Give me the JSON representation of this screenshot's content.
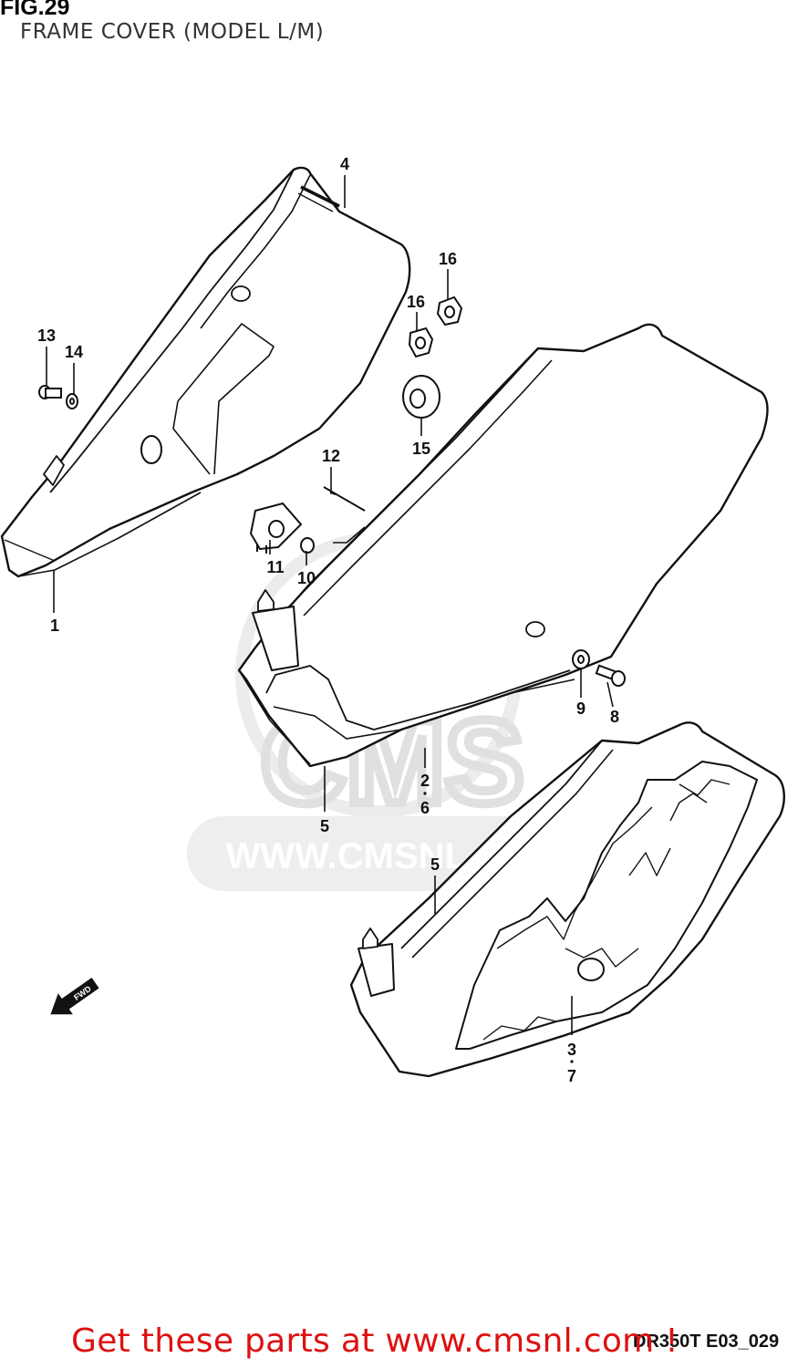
{
  "header": {
    "fig_number": "FIG.29",
    "subtitle": "FRAME COVER (MODEL L/M)"
  },
  "watermark": {
    "big_text": "CMS",
    "url_text": "WWW.CMSNL.COM"
  },
  "fwd_label": "FWD",
  "callouts": [
    {
      "id": "1",
      "text": "1"
    },
    {
      "id": "4",
      "text": "4"
    },
    {
      "id": "13",
      "text": "13"
    },
    {
      "id": "14",
      "text": "14"
    },
    {
      "id": "16a",
      "text": "16"
    },
    {
      "id": "16b",
      "text": "16"
    },
    {
      "id": "15",
      "text": "15"
    },
    {
      "id": "12",
      "text": "12"
    },
    {
      "id": "11",
      "text": "11"
    },
    {
      "id": "10",
      "text": "10"
    },
    {
      "id": "9",
      "text": "9"
    },
    {
      "id": "8",
      "text": "8"
    },
    {
      "id": "2_6",
      "text": "2"
    },
    {
      "id": "2_6b",
      "text": "6"
    },
    {
      "id": "5a",
      "text": "5"
    },
    {
      "id": "5b",
      "text": "5"
    },
    {
      "id": "3_7",
      "text": "3"
    },
    {
      "id": "3_7b",
      "text": "7"
    }
  ],
  "footer": {
    "ref_code": "DR350T E03_029",
    "promo_text": "Get these parts at www.cmsnl.com !"
  }
}
